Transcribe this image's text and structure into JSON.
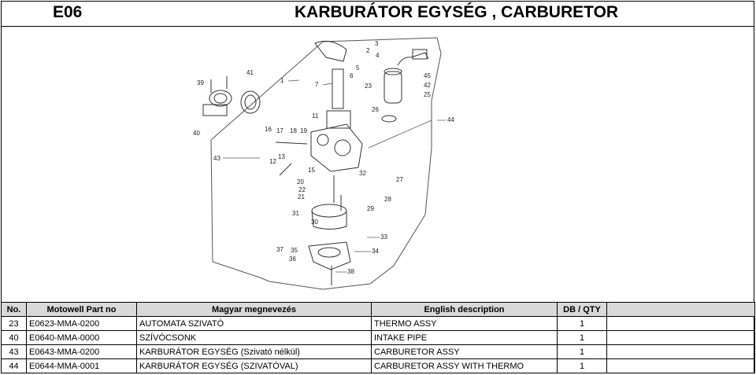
{
  "header": {
    "code": "E06",
    "title": "KARBURÁTOR EGYSÉG , CARBURETOR"
  },
  "diagram": {
    "callouts": [
      "1",
      "2",
      "3",
      "4",
      "5",
      "6",
      "7",
      "11",
      "12",
      "13",
      "15",
      "16",
      "17",
      "18",
      "19",
      "20",
      "21",
      "22",
      "23",
      "25",
      "26",
      "27",
      "28",
      "29",
      "30",
      "31",
      "32",
      "33",
      "34",
      "35",
      "36",
      "37",
      "38",
      "39",
      "40",
      "41",
      "42",
      "43",
      "44",
      "45"
    ]
  },
  "table": {
    "headers": [
      "No.",
      "Motowell Part no",
      "Magyar megnevezés",
      "English description",
      "DB / QTY"
    ],
    "rows": [
      [
        "23",
        "E0623-MMA-0200",
        "AUTOMATA SZIVATÓ",
        "THERMO ASSY",
        "1"
      ],
      [
        "40",
        "E0640-MMA-0000",
        "SZÍVÓCSONK",
        "INTAKE PIPE",
        "1"
      ],
      [
        "43",
        "E0643-MMA-0200",
        "KARBURÁTOR EGYSÉG (Szivató nélkül)",
        "CARBURETOR ASSY",
        "1"
      ],
      [
        "44",
        "E0644-MMA-0001",
        "KARBURÁTOR EGYSÉG (SZIVATÓVAL)",
        "CARBURETOR ASSY WITH THERMO",
        "1"
      ]
    ]
  }
}
